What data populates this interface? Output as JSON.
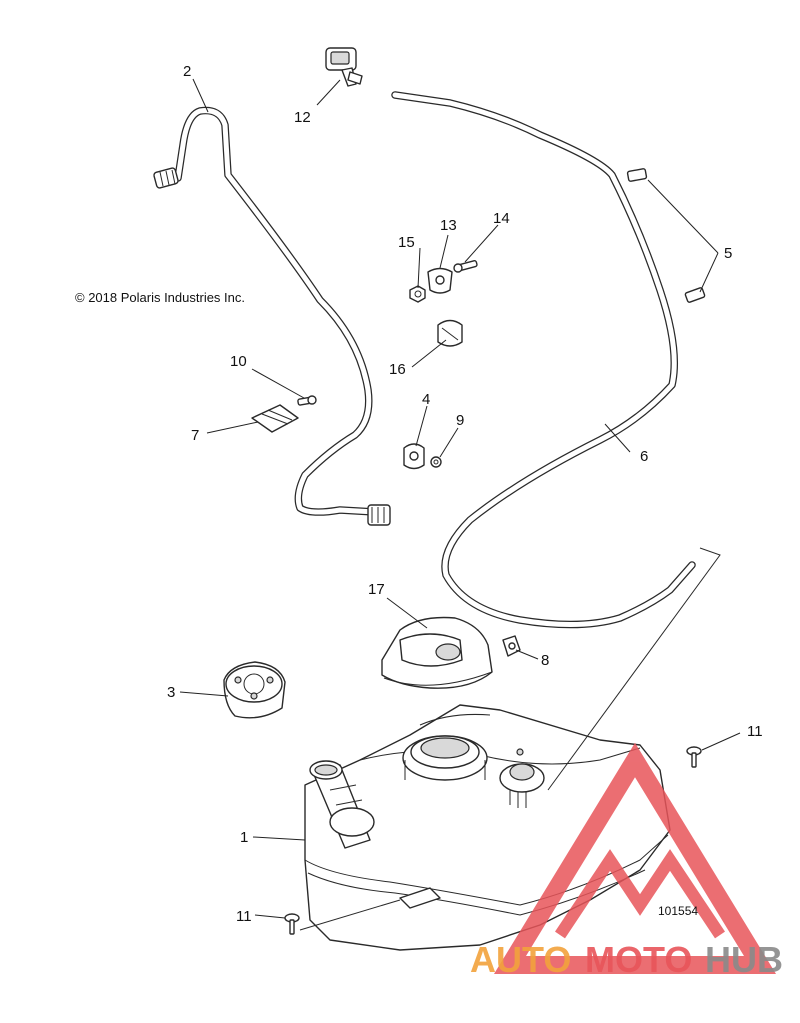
{
  "copyright": "© 2018 Polaris Industries Inc.",
  "figure_code": "101554",
  "callouts": {
    "c1": "1",
    "c2": "2",
    "c3": "3",
    "c4": "4",
    "c5": "5",
    "c6": "6",
    "c7": "7",
    "c8": "8",
    "c9": "9",
    "c10": "10",
    "c11a": "11",
    "c11b": "11",
    "c12": "12",
    "c13": "13",
    "c14": "14",
    "c15": "15",
    "c16": "16",
    "c17": "17"
  },
  "watermark": {
    "part1": "AUTO",
    "part2": "MOTO",
    "part3": "HUB",
    "color_primary": "#f2a33c",
    "color_secondary": "#e8555a",
    "color_tertiary": "#8a8a8a"
  }
}
